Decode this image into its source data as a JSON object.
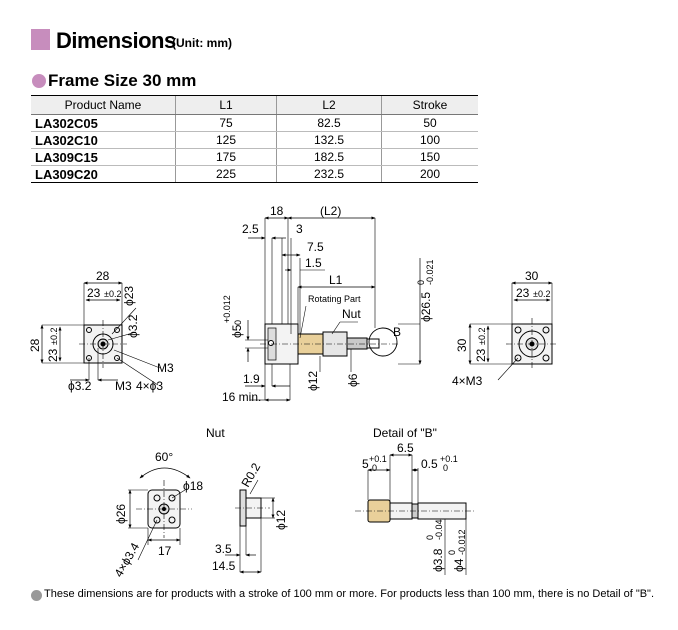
{
  "heading": {
    "title": "Dimensions",
    "unit": "(Unit: mm)"
  },
  "frame": {
    "title": "Frame Size 30 mm"
  },
  "table": {
    "headers": [
      "Product Name",
      "L1",
      "L2",
      "Stroke"
    ],
    "rows": [
      [
        "LA302C05",
        "75",
        "82.5",
        "50"
      ],
      [
        "LA302C10",
        "125",
        "132.5",
        "100"
      ],
      [
        "LA309C15",
        "175",
        "182.5",
        "150"
      ],
      [
        "LA309C20",
        "225",
        "232.5",
        "200"
      ]
    ]
  },
  "front_view": {
    "w28": "28",
    "w23": "23",
    "tol23": "±0.2",
    "h28": "28",
    "h23": "23",
    "tolh23": "±0.2",
    "d23": "ϕ23",
    "d32": "ϕ3.2",
    "d32b": "ϕ3.2",
    "m3": "M3",
    "m3b": "M3",
    "holes": "4×ϕ3"
  },
  "side_view": {
    "d18": "18",
    "dL2": "(L2)",
    "d25": "2.5",
    "d3": "3",
    "d75": "7.5",
    "d15": "1.5",
    "dL1": "L1",
    "rot": "Rotating Part",
    "nut": "Nut",
    "b": "B",
    "d5": "ϕ5",
    "d5tol_top": "+0.012",
    "d5tol_bot": "0",
    "d265": "ϕ26.5",
    "d265tol_top": "0",
    "d265tol_bot": "-0.021",
    "d19": "1.9",
    "d16": "16 min.",
    "d12": "ϕ12",
    "d6": "ϕ6"
  },
  "rear_view": {
    "w30": "30",
    "w23": "23",
    "tolw": "±0.2",
    "h30": "30",
    "h23": "23",
    "tolh": "±0.2",
    "m3": "4×M3"
  },
  "nut_view": {
    "title": "Nut",
    "a60": "60°",
    "d18": "ϕ18",
    "d26": "ϕ26",
    "w17": "17",
    "holes": "4×ϕ3.4",
    "r02": "R0.2",
    "d12": "ϕ12",
    "d35": "3.5",
    "d145": "14.5"
  },
  "detail_view": {
    "title": "Detail of \"B\"",
    "d65": "6.5",
    "d5": "5",
    "d5tol_top": "+0.1",
    "d5tol_bot": "0",
    "d05": "0.5",
    "d05tol_top": "+0.1",
    "d05tol_bot": "0",
    "d38": "ϕ3.8",
    "d38tol_top": "0",
    "d38tol_bot": "-0.04",
    "d4": "ϕ4",
    "d4tol_top": "0",
    "d4tol_bot": "-0.012"
  },
  "footnote": "These dimensions are for products with a stroke of 100 mm or more. For products less than 100 mm, there is no Detail of \"B\"."
}
